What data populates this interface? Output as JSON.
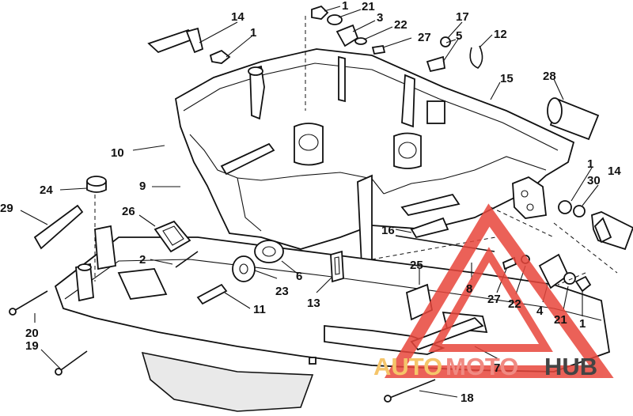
{
  "parts": [
    {
      "id": "p1a",
      "number": "1"
    },
    {
      "id": "p1b",
      "number": "1"
    },
    {
      "id": "p1c",
      "number": "1"
    },
    {
      "id": "p1d",
      "number": "1"
    },
    {
      "id": "p2",
      "number": "2"
    },
    {
      "id": "p3",
      "number": "3"
    },
    {
      "id": "p4",
      "number": "4"
    },
    {
      "id": "p5",
      "number": "5"
    },
    {
      "id": "p6",
      "number": "6"
    },
    {
      "id": "p7",
      "number": "7"
    },
    {
      "id": "p8",
      "number": "8"
    },
    {
      "id": "p9",
      "number": "9"
    },
    {
      "id": "p10",
      "number": "10"
    },
    {
      "id": "p11",
      "number": "11"
    },
    {
      "id": "p12",
      "number": "12"
    },
    {
      "id": "p13",
      "number": "13"
    },
    {
      "id": "p14a",
      "number": "14"
    },
    {
      "id": "p14b",
      "number": "14"
    },
    {
      "id": "p15",
      "number": "15"
    },
    {
      "id": "p16",
      "number": "16"
    },
    {
      "id": "p17",
      "number": "17"
    },
    {
      "id": "p18",
      "number": "18"
    },
    {
      "id": "p19",
      "number": "19"
    },
    {
      "id": "p20",
      "number": "20"
    },
    {
      "id": "p21a",
      "number": "21"
    },
    {
      "id": "p21b",
      "number": "21"
    },
    {
      "id": "p22a",
      "number": "22"
    },
    {
      "id": "p22b",
      "number": "22"
    },
    {
      "id": "p23",
      "number": "23"
    },
    {
      "id": "p24",
      "number": "24"
    },
    {
      "id": "p25",
      "number": "25"
    },
    {
      "id": "p26",
      "number": "26"
    },
    {
      "id": "p27a",
      "number": "27"
    },
    {
      "id": "p27b",
      "number": "27"
    },
    {
      "id": "p28",
      "number": "28"
    },
    {
      "id": "p29",
      "number": "29"
    },
    {
      "id": "p30",
      "number": "30"
    }
  ],
  "watermark": {
    "part1": "AUTO",
    "part2": "MOTO",
    "part3": "HUB",
    "color1": "#f5c56a",
    "color2": "#f08a82",
    "color3": "#444444",
    "logo_color": "#e8463c"
  }
}
